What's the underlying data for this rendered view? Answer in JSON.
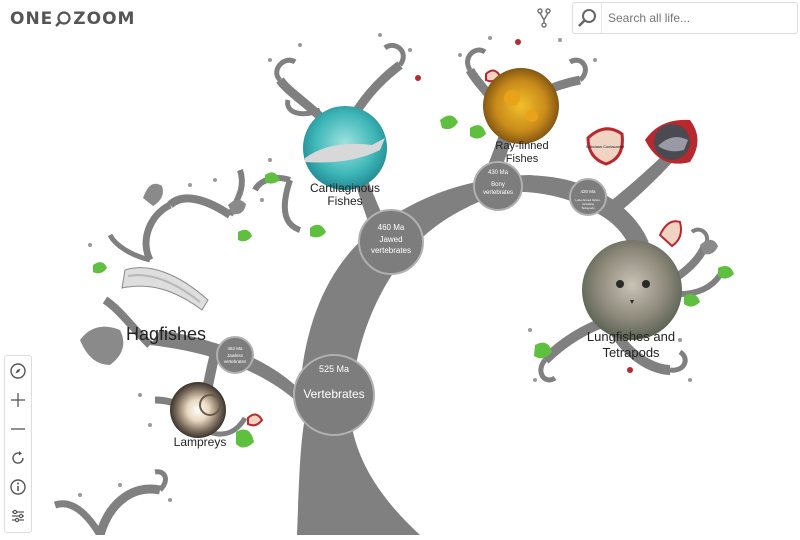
{
  "app": {
    "logo_left": "ONE",
    "logo_right": "ZOOM"
  },
  "search": {
    "placeholder": "Search all life..."
  },
  "toolbar": {
    "icons": [
      "compass-icon",
      "zoom-in-icon",
      "zoom-out-icon",
      "reset-icon",
      "info-icon",
      "settings-icon"
    ]
  },
  "taxa": {
    "hagfishes": "Hagfishes",
    "lampreys": "Lampreys",
    "cartilaginous_1": "Cartilaginous",
    "cartilaginous_2": "Fishes",
    "rayfinned_1": "Ray-finned",
    "rayfinned_2": "Fishes",
    "lungfishes_1": "Lungfishes and",
    "lungfishes_2": "Tetrapods"
  },
  "nodes": {
    "vertebrates": {
      "age": "525 Ma",
      "name": "Vertebrates"
    },
    "jawless": {
      "age": "462 Ma",
      "name_1": "Jawless",
      "name_2": "vertebrates"
    },
    "jawed": {
      "age": "460 Ma",
      "name_1": "Jawed",
      "name_2": "vertebrates"
    },
    "bony": {
      "age": "430 Ma",
      "name_1": "Bony",
      "name_2": "vertebrates"
    },
    "lobe": {
      "age": "420 Ma",
      "name_1": "Lobe-finned fishes,",
      "name_2": "including",
      "name_3": "Tetrapods"
    }
  },
  "leaves": {
    "coelacanth": "Subclass Coelacanthi"
  },
  "colors": {
    "branch": "#808080",
    "leaf_green": "#5fbf3f",
    "leaf_red": "#b8282f",
    "leaf_grey": "#8a8a8a",
    "node_fill": "#7d7d7d"
  }
}
